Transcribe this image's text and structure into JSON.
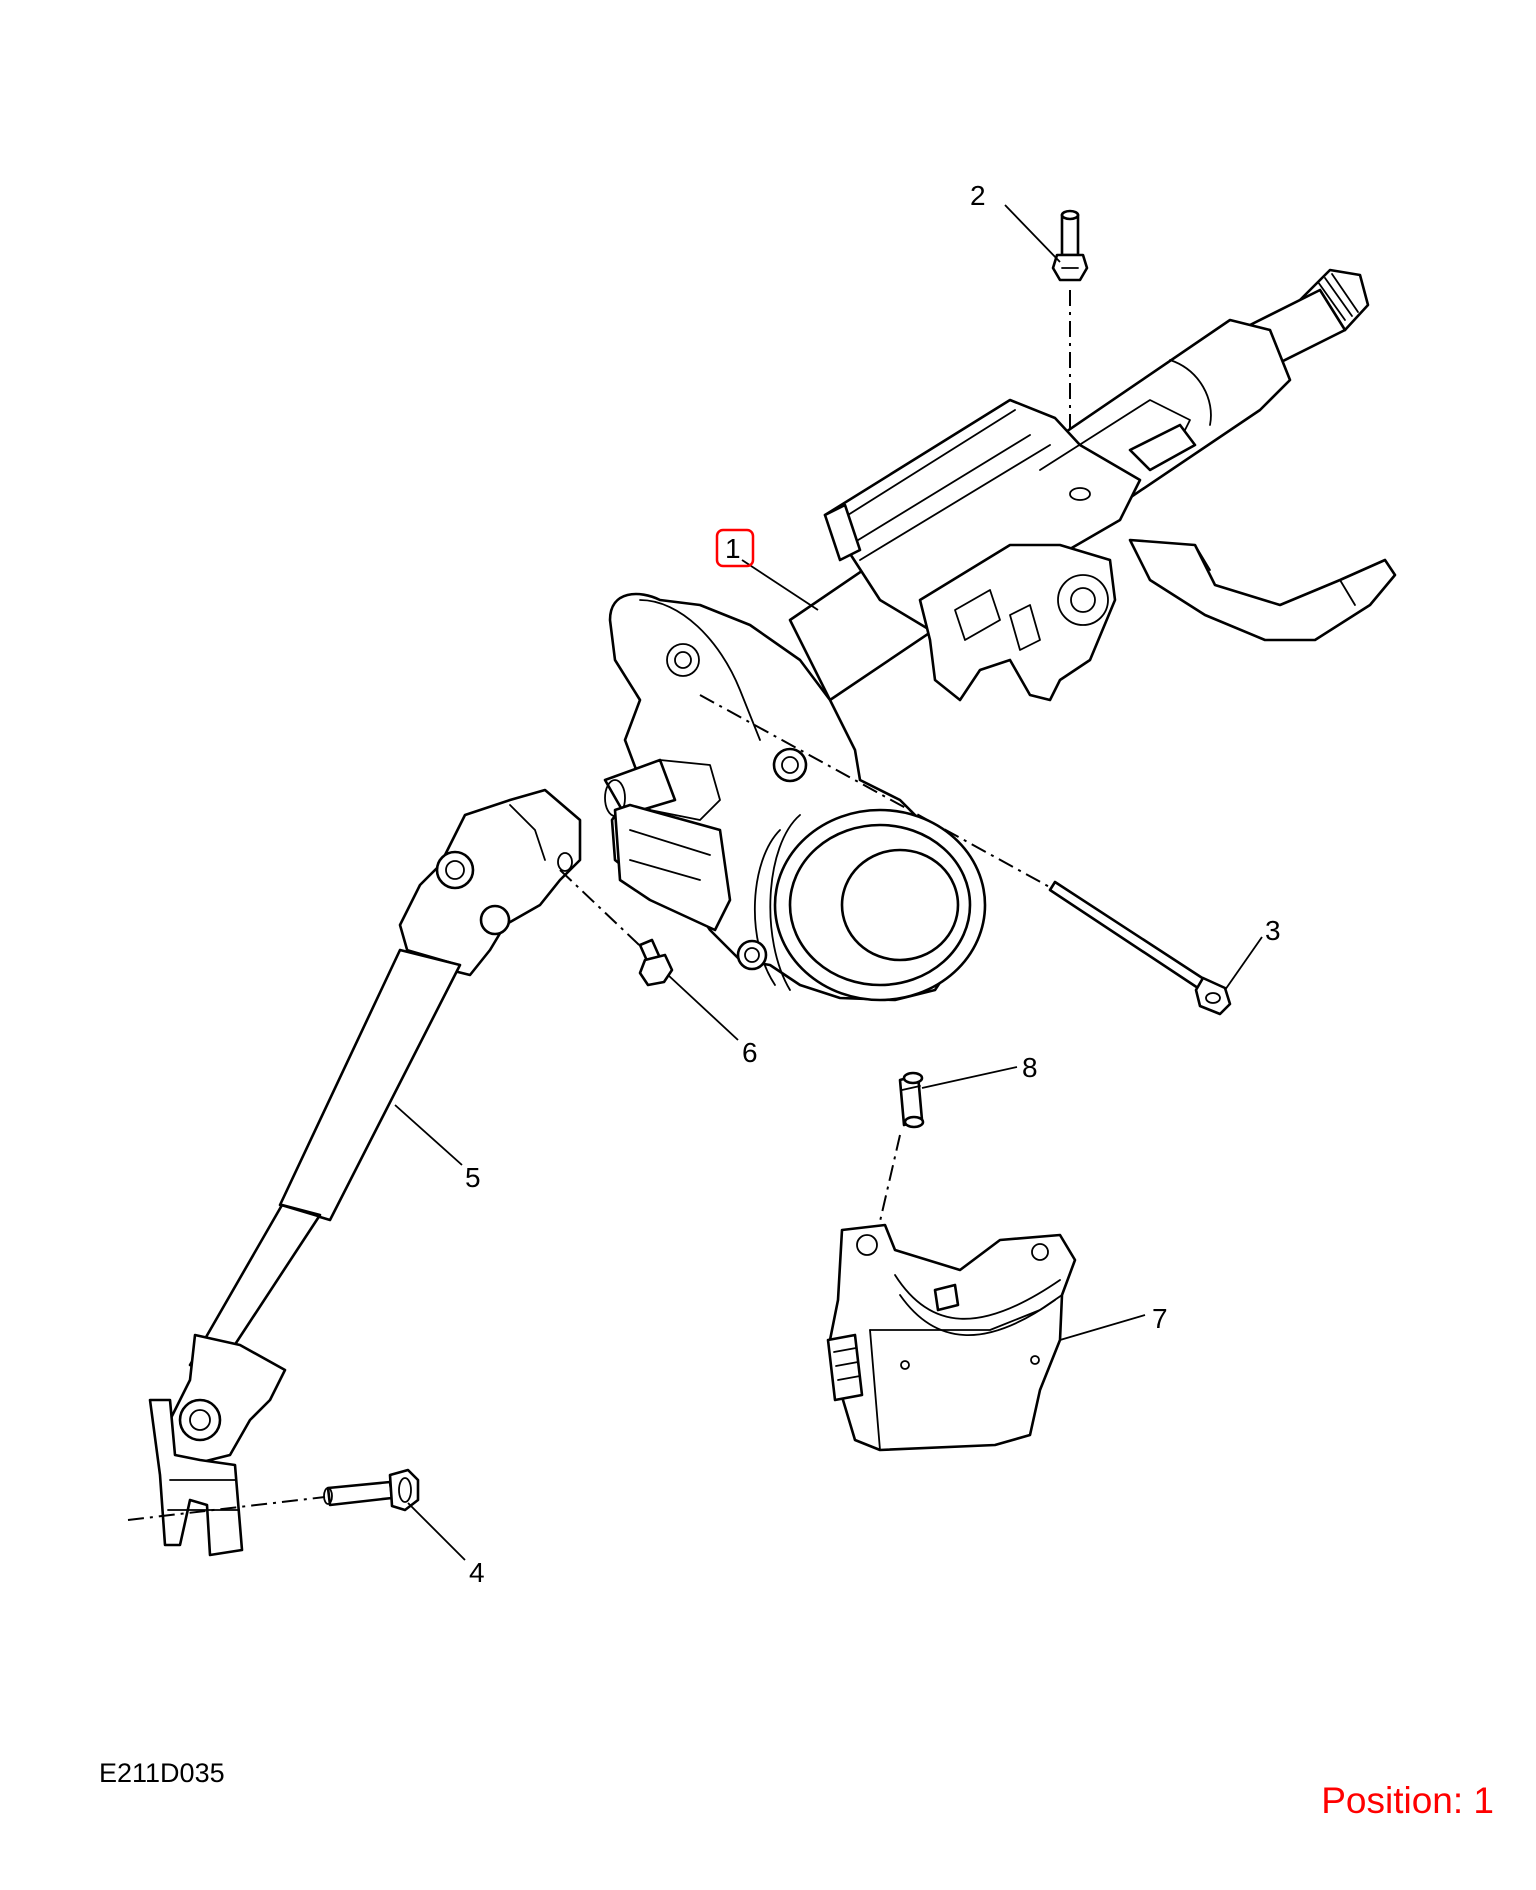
{
  "diagram": {
    "drawing_code": "E211D035",
    "position_text": "Position: 1",
    "highlight_color": "#ff0000",
    "callouts": [
      "1",
      "2",
      "3",
      "4",
      "5",
      "6",
      "7",
      "8"
    ],
    "selected_callout": "1"
  }
}
